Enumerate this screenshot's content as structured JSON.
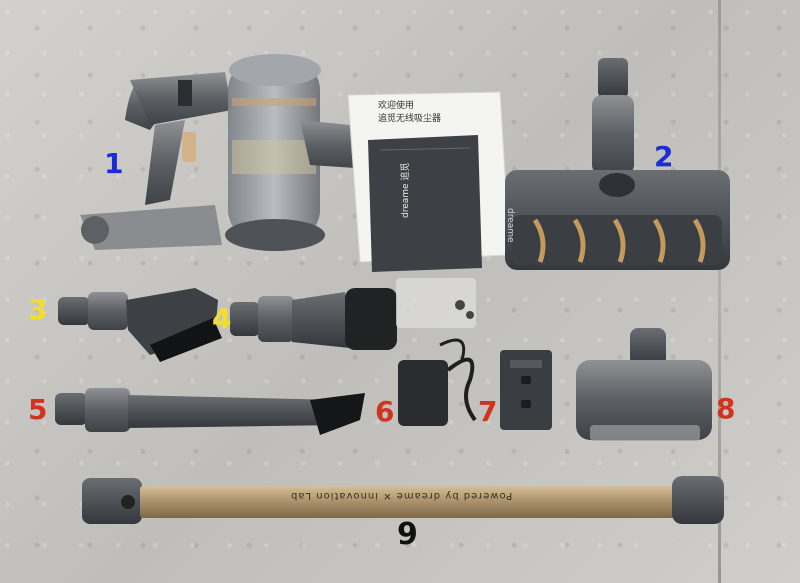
{
  "labels": {
    "n1": "1",
    "n2": "2",
    "n3": "3",
    "n4": "4",
    "n5": "5",
    "n6": "6",
    "n7": "7",
    "n8": "8",
    "n9": "9"
  },
  "manual": {
    "title_line1": "欢迎使用",
    "title_line2": "追觅无线吸尘器",
    "booklet_brand": "dreame 追觅"
  },
  "floor_head": {
    "brand": "dreame"
  },
  "extension_tube": {
    "print": "Powered by dreame ✕ innovation Lab"
  },
  "colors": {
    "label_blue": "#1d2bd6",
    "label_yellow": "#f3df2a",
    "label_red": "#d0341c",
    "label_black": "#111111"
  }
}
